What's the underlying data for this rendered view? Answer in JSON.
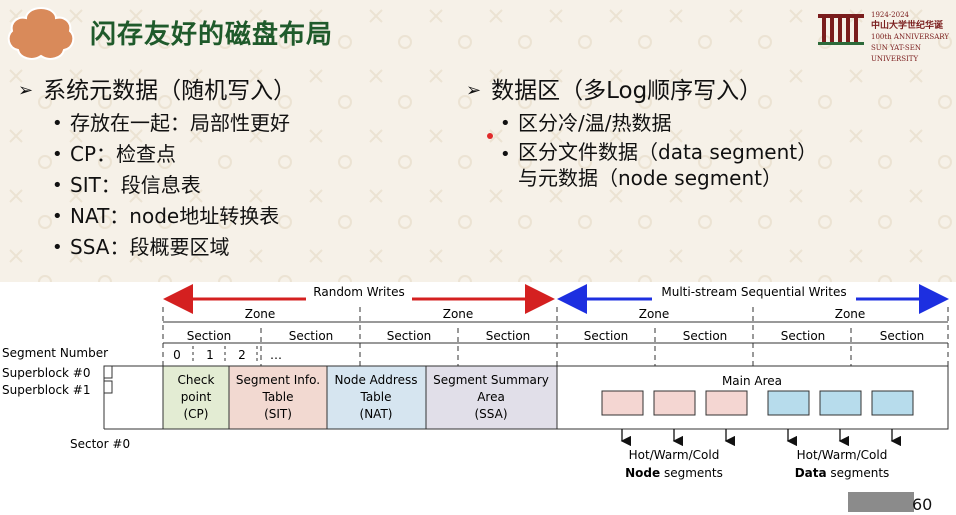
{
  "title": "闪存友好的磁盘布局",
  "logo": {
    "years": "1924-2024",
    "name_cn": "中山大学世纪华诞",
    "anniversary": "100th ANNIVERSARY",
    "university": "SUN YAT-SEN UNIVERSITY"
  },
  "left": {
    "heading": "系统元数据（随机写入）",
    "items": [
      "存放在一起：局部性更好",
      "CP：检查点",
      "SIT：段信息表",
      "NAT：node地址转换表",
      "SSA：段概要区域"
    ]
  },
  "right": {
    "heading": "数据区（多Log顺序写入）",
    "items": [
      "区分冷/温/热数据",
      "区分文件数据（data segment）",
      "与元数据（node segment）"
    ]
  },
  "diagram": {
    "random_writes": "Random Writes",
    "sequential_writes": "Multi-stream Sequential Writes",
    "zone": "Zone",
    "section": "Section",
    "segment_number": "Segment Number",
    "seg_nums": [
      "0",
      "1",
      "2",
      "…"
    ],
    "superblock0": "Superblock #0",
    "superblock1": "Superblock #1",
    "sector": "Sector #0",
    "cp": [
      "Check",
      "point",
      "(CP)"
    ],
    "sit": [
      "Segment Info.",
      "Table",
      "(SIT)"
    ],
    "nat": [
      "Node Address",
      "Table",
      "(NAT)"
    ],
    "ssa": [
      "Segment Summary",
      "Area",
      "(SSA)"
    ],
    "main_area": "Main Area",
    "hwc": "Hot/Warm/Cold",
    "node_bold": "Node",
    "data_bold": "Data",
    "segments": " segments"
  },
  "colors": {
    "title_green": "#1f5a2b",
    "badge_orange": "#d98a5a",
    "cp_fill": "#e3ecd3",
    "sit_fill": "#f2d9d1",
    "nat_fill": "#d6e5f0",
    "ssa_fill": "#e1dfe9",
    "node_seg": "#f4d6d2",
    "data_seg": "#b7dcec",
    "red_arrow": "#d42020",
    "blue_arrow": "#1d2fe0"
  },
  "page_number": "60"
}
